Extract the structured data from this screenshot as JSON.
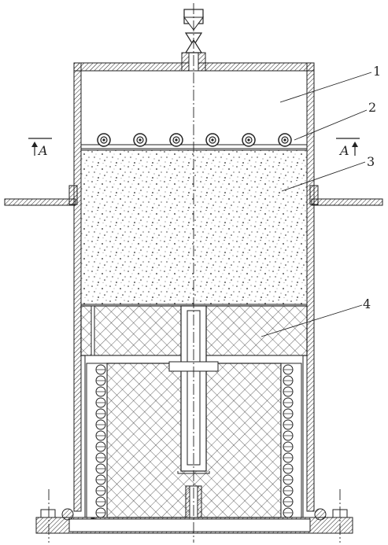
{
  "figure": {
    "callouts": [
      {
        "number": "1",
        "part": "chamber"
      },
      {
        "number": "2",
        "part": "coil-row"
      },
      {
        "number": "3",
        "part": "granular-fill"
      },
      {
        "number": "4",
        "part": "mesh-block"
      }
    ],
    "section_mark": {
      "left": "A",
      "right": "A"
    },
    "colors": {
      "line": "#222222",
      "fill": "#ffffff"
    }
  }
}
